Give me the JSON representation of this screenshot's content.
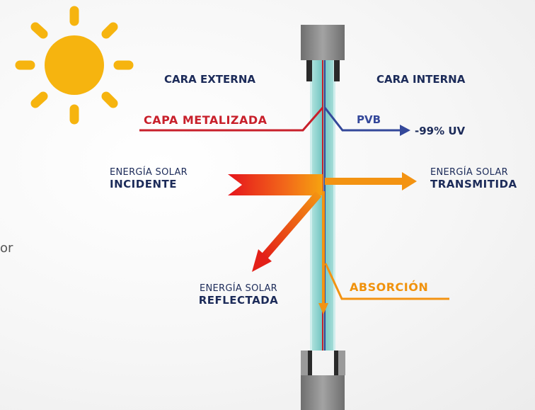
{
  "labels": {
    "cara_externa": "CARA EXTERNA",
    "cara_interna": "CARA INTERNA",
    "capa_metalizada": "CAPA METALIZADA",
    "pvb": "PVB",
    "uv": "-99% UV",
    "incidente_line1": "ENERGÍA SOLAR",
    "incidente_line2": "INCIDENTE",
    "transmitida_line1": "ENERGÍA SOLAR",
    "transmitida_line2": "TRANSMITIDA",
    "reflectada_line1": "ENERGÍA SOLAR",
    "reflectada_line2": "REFLECTADA",
    "absorcion": "ABSORCIÓN",
    "cut_text": "or"
  },
  "colors": {
    "navy": "#1c2b59",
    "red": "#c8202b",
    "blue": "#34489a",
    "orange": "#f0920c",
    "sun": "#f6b40f",
    "frame": "#8a8a8a",
    "glass": "#8fd3cf"
  },
  "icons": {
    "sun": "sun-icon"
  }
}
